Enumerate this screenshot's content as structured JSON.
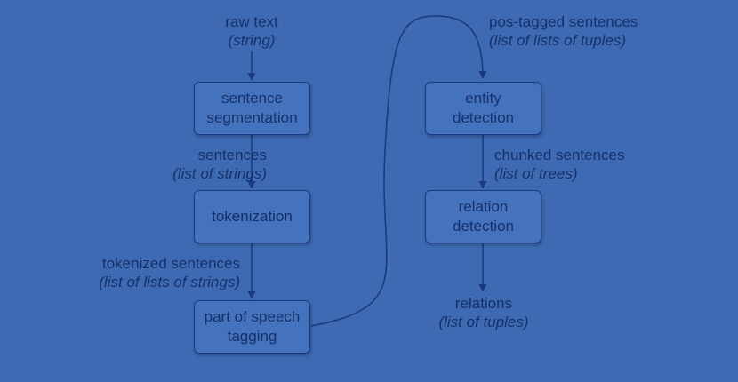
{
  "colors": {
    "background": "#3d6ab3",
    "box_fill": "#4572bd",
    "ink": "#16306b"
  },
  "boxes": {
    "segmentation": [
      "sentence",
      "segmentation"
    ],
    "tokenization": [
      "tokenization"
    ],
    "pos_tagging": [
      "part of speech",
      "tagging"
    ],
    "entity_detection": [
      "entity",
      "detection"
    ],
    "relation_detection": [
      "relation",
      "detection"
    ]
  },
  "labels": {
    "raw": {
      "name": "raw text",
      "type": "(string)"
    },
    "sentences": {
      "name": "sentences",
      "type": "(list of strings)"
    },
    "tokenized": {
      "name": "tokenized sentences",
      "type": "(list of lists of strings)"
    },
    "pos_tagged": {
      "name": "pos-tagged sentences",
      "type": "(list of lists of tuples)"
    },
    "chunked": {
      "name": "chunked sentences",
      "type": "(list of trees)"
    },
    "relations": {
      "name": "relations",
      "type": "(list of tuples)"
    }
  }
}
